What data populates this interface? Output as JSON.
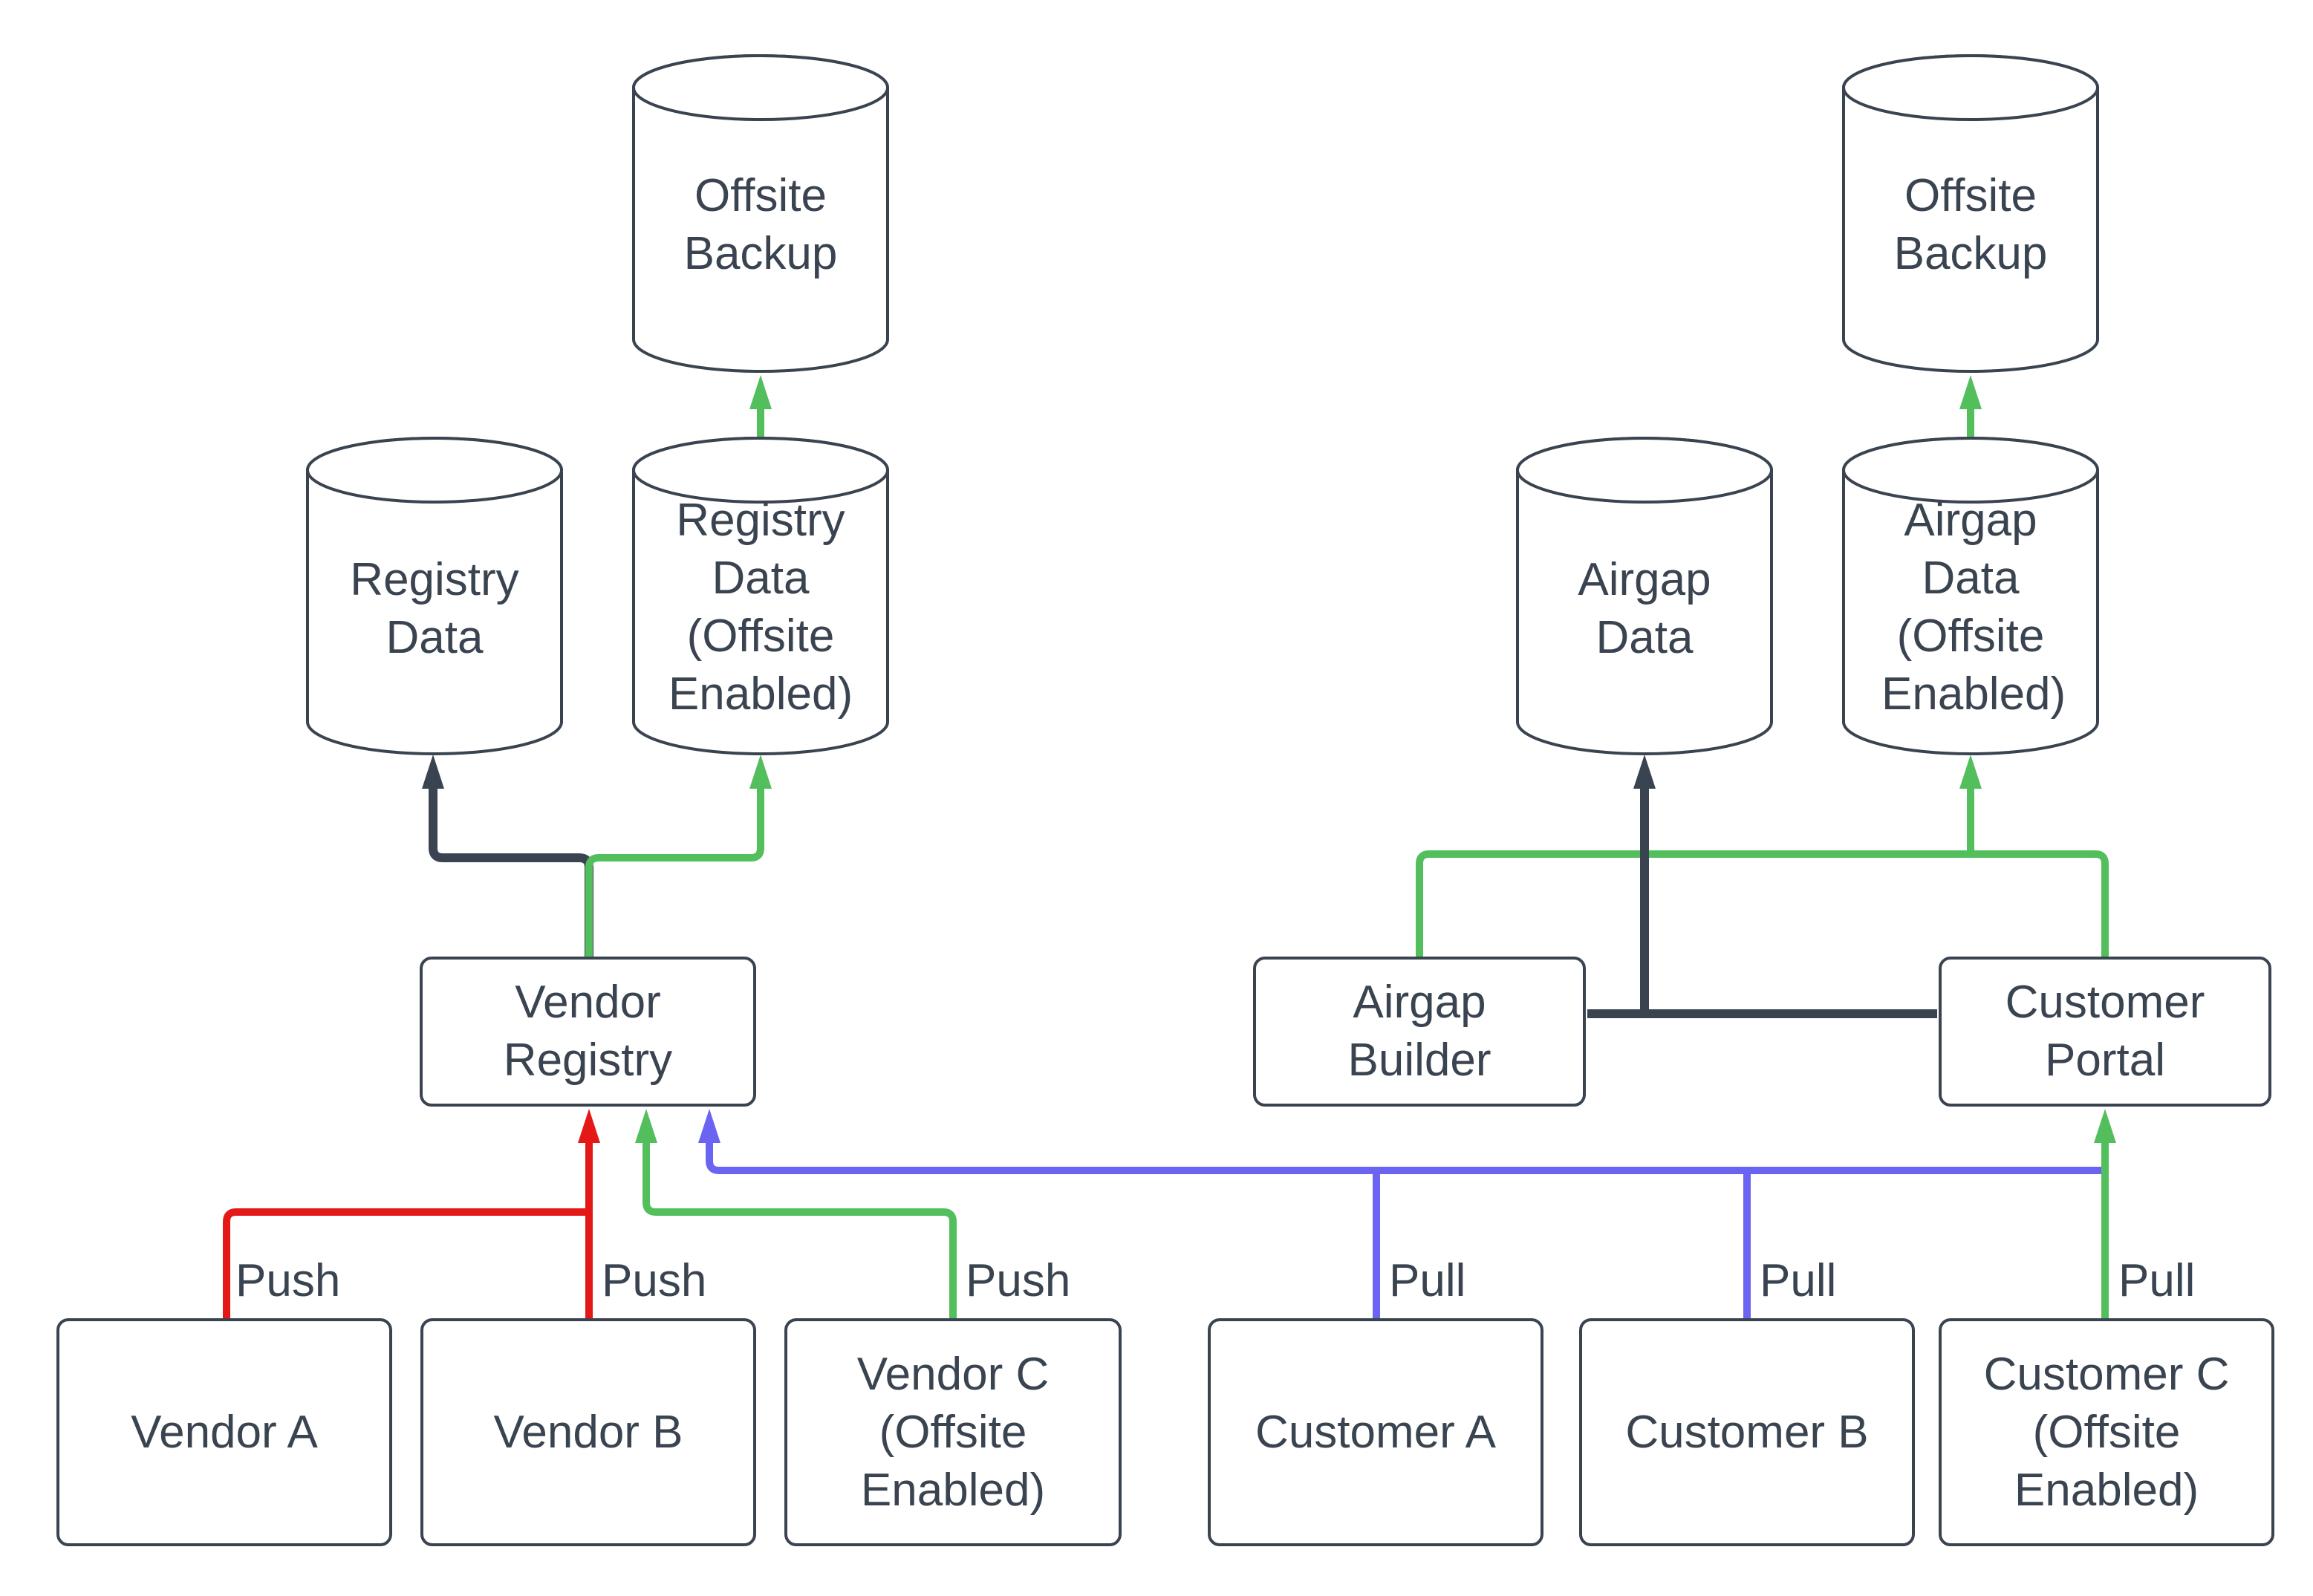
{
  "diagram": {
    "title": "Vendor registry and customer airgap data flow",
    "colors": {
      "stroke_dark": "#3A4450",
      "green": "#52BE5C",
      "red": "#E51818",
      "blue": "#6B63F2",
      "node_fill": "#ffffff",
      "text": "#3A4450"
    },
    "nodes": {
      "offsite_backup_left": {
        "type": "cylinder",
        "label": "Offsite Backup"
      },
      "registry_data": {
        "type": "cylinder",
        "label": "Registry Data"
      },
      "registry_data_offsite": {
        "type": "cylinder",
        "label": "Registry Data (Offsite Enabled)"
      },
      "offsite_backup_right": {
        "type": "cylinder",
        "label": "Offsite Backup"
      },
      "airgap_data": {
        "type": "cylinder",
        "label": "Airgap Data"
      },
      "airgap_data_offsite": {
        "type": "cylinder",
        "label": "Airgap Data (Offsite Enabled)"
      },
      "vendor_registry": {
        "type": "box",
        "label": "Vendor Registry"
      },
      "airgap_builder": {
        "type": "box",
        "label": "Airgap Builder"
      },
      "customer_portal": {
        "type": "box",
        "label": "Customer Portal"
      },
      "vendor_a": {
        "type": "box",
        "label": "Vendor A"
      },
      "vendor_b": {
        "type": "box",
        "label": "Vendor B"
      },
      "vendor_c": {
        "type": "box",
        "label": "Vendor C (Offsite Enabled)"
      },
      "customer_a": {
        "type": "box",
        "label": "Customer A"
      },
      "customer_b": {
        "type": "box",
        "label": "Customer B"
      },
      "customer_c": {
        "type": "box",
        "label": "Customer C (Offsite Enabled)"
      }
    },
    "edge_labels": {
      "push_a": "Push",
      "push_b": "Push",
      "push_c": "Push",
      "pull_a": "Pull",
      "pull_b": "Pull",
      "pull_c": "Pull"
    }
  }
}
